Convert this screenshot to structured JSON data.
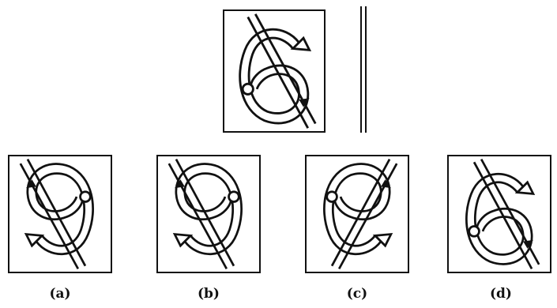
{
  "question": {
    "glyph_icon": "digit-six-with-diagonal-bar-icon",
    "mirror_icon": "mirror-line-icon"
  },
  "options": [
    {
      "label": "(a)",
      "icon": "mirrored-six-a-icon"
    },
    {
      "label": "(b)",
      "icon": "nine-variant-icon"
    },
    {
      "label": "(c)",
      "icon": "mirrored-six-c-icon"
    },
    {
      "label": "(d)",
      "icon": "six-variant-icon"
    }
  ],
  "colors": {
    "ink": "#111111",
    "paper": "#ffffff"
  }
}
